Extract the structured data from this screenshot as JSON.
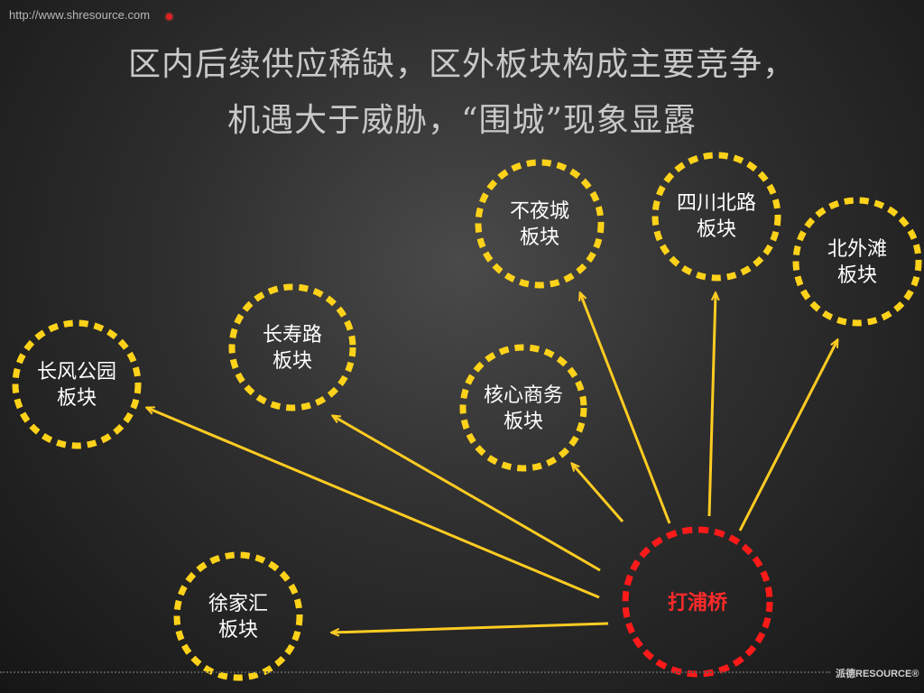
{
  "header": {
    "url": "http://www.shresource.com"
  },
  "title": {
    "line1": "区内后续供应稀缺，区外板块构成主要竞争，",
    "line2": "机遇大于威胁，“围城”现象显露"
  },
  "hub": {
    "label": "打浦桥",
    "color": "#ff1a1a"
  },
  "nodes": [
    {
      "line1": "不夜城",
      "line2": "板块"
    },
    {
      "line1": "四川北路",
      "line2": "板块"
    },
    {
      "line1": "北外滩",
      "line2": "板块"
    },
    {
      "line1": "长寿路",
      "line2": "板块"
    },
    {
      "line1": "核心商务",
      "line2": "板块"
    },
    {
      "line1": "长风公园",
      "line2": "板块"
    },
    {
      "line1": "徐家汇",
      "line2": "板块"
    }
  ],
  "colors": {
    "node_ring": "#ffd21a",
    "arrow": "#ffcc22",
    "hub_ring": "#ff1a1a"
  },
  "footer": {
    "logo": "派德RESOURCE®"
  }
}
